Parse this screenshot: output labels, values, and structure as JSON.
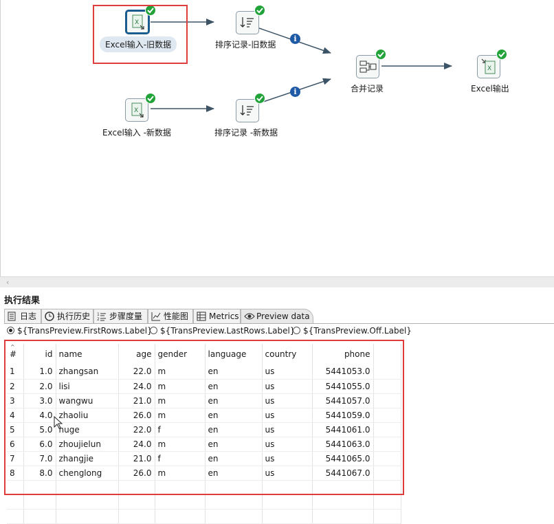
{
  "canvas": {
    "steps": [
      {
        "id": "excel-in-old",
        "label": "Excel输入-旧数据",
        "type": "excel-input",
        "selected": true
      },
      {
        "id": "sort-old",
        "label": "排序记录-旧数据",
        "type": "sort"
      },
      {
        "id": "excel-in-new",
        "label": "Excel输入 -新数据",
        "type": "excel-input"
      },
      {
        "id": "sort-new",
        "label": "排序记录 -新数据",
        "type": "sort"
      },
      {
        "id": "merge",
        "label": "合并记录",
        "type": "merge"
      },
      {
        "id": "excel-out",
        "label": "Excel输出",
        "type": "excel-output"
      }
    ]
  },
  "results": {
    "title": "执行结果",
    "tabs": [
      {
        "label": "日志",
        "icon": "log-icon"
      },
      {
        "label": "执行历史",
        "icon": "history-clock-icon"
      },
      {
        "label": "步骤度量",
        "icon": "step-metrics-list-icon"
      },
      {
        "label": "性能图",
        "icon": "performance-chart-icon"
      },
      {
        "label": "Metrics",
        "icon": "metrics-grid-icon"
      },
      {
        "label": "Preview data",
        "icon": "eye-icon",
        "active": true
      }
    ],
    "radio_options": [
      {
        "label": "${TransPreview.FirstRows.Label}",
        "selected": true
      },
      {
        "label": "${TransPreview.LastRows.Label}",
        "selected": false
      },
      {
        "label": "${TransPreview.Off.Label}",
        "selected": false
      }
    ],
    "columns": [
      "#",
      "id",
      "name",
      "age",
      "gender",
      "language",
      "country",
      "phone"
    ],
    "rows": [
      [
        "1",
        "1.0",
        "zhangsan",
        "22.0",
        "m",
        "en",
        "us",
        "5441053.0"
      ],
      [
        "2",
        "2.0",
        "lisi",
        "24.0",
        "m",
        "en",
        "us",
        "5441055.0"
      ],
      [
        "3",
        "3.0",
        "wangwu",
        "21.0",
        "m",
        "en",
        "us",
        "5441057.0"
      ],
      [
        "4",
        "4.0",
        "zhaoliu",
        "26.0",
        "m",
        "en",
        "us",
        "5441059.0"
      ],
      [
        "5",
        "5.0",
        "huge",
        "22.0",
        "f",
        "en",
        "us",
        "5441061.0"
      ],
      [
        "6",
        "6.0",
        "zhoujielun",
        "24.0",
        "m",
        "en",
        "us",
        "5441063.0"
      ],
      [
        "7",
        "7.0",
        "zhangjie",
        "21.0",
        "f",
        "en",
        "us",
        "5441065.0"
      ],
      [
        "8",
        "8.0",
        "chenglong",
        "26.0",
        "m",
        "en",
        "us",
        "5441067.0"
      ]
    ]
  },
  "colors": {
    "highlight": "#e03b3b",
    "success": "#22a33a",
    "hop": "#3d5466",
    "info": "#1f5aa6",
    "selected_border": "#1b5c8e"
  }
}
